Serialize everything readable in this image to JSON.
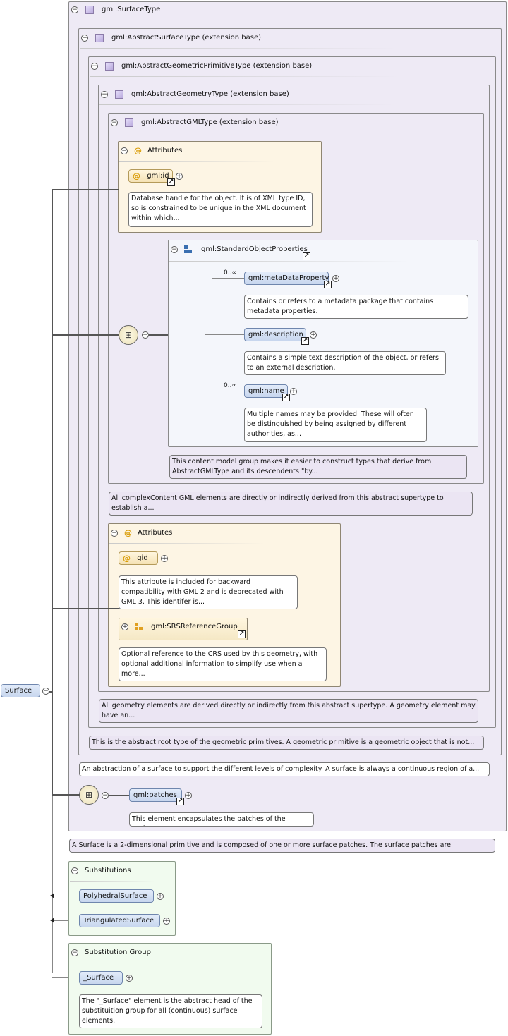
{
  "root_element": "Surface",
  "types": {
    "surface_type": "gml:SurfaceType",
    "abstract_surface_type": "gml:AbstractSurfaceType (extension base)",
    "abstract_geometric_primitive_type": "gml:AbstractGeometricPrimitiveType (extension base)",
    "abstract_geometry_type": "gml:AbstractGeometryType (extension base)",
    "abstract_gml_type": "gml:AbstractGMLType (extension base)"
  },
  "gml_attributes": {
    "title": "Attributes",
    "id_attr": "gml:id",
    "id_doc": "Database handle for the object. It is of XML type ID, so is constrained to be unique in the XML document within which..."
  },
  "standard_object_properties": {
    "title": "gml:StandardObjectProperties",
    "items": [
      {
        "name": "gml:metaDataProperty",
        "cardinality": "0..∞",
        "doc": "Contains or refers to a metadata package that contains metadata properties."
      },
      {
        "name": "gml:description",
        "cardinality": "",
        "doc": "Contains a simple text description of the object, or refers to an external description."
      },
      {
        "name": "gml:name",
        "cardinality": "0..∞",
        "doc": "Multiple names may be provided. These will often be distinguished by being assigned by different authorities, as..."
      }
    ],
    "group_doc": "This content model group makes it easier to construct types that derive from AbstractGMLType and its descendents \"by..."
  },
  "docs": {
    "abstract_gml": "All complexContent GML elements are directly or indirectly derived from this abstract supertype to establish a...",
    "abstract_geometry": "All geometry elements are derived directly or indirectly from this abstract supertype. A geometry element may have an...",
    "abstract_primitive": "This is the abstract root type of the geometric primitives. A geometric primitive is a geometric object that is not...",
    "abstract_surface": "An abstraction of a surface to support the different levels of complexity. A surface is always a continuous region of a...",
    "surface": "A Surface is a 2-dimensional primitive and is composed of one or more surface patches. The surface patches are..."
  },
  "geometry_attributes": {
    "title": "Attributes",
    "gid": "gid",
    "gid_doc": "This attribute is included for backward compatibility with GML 2 and is deprecated with GML 3. This identifer is...",
    "srs_group": "gml:SRSReferenceGroup",
    "srs_doc": "Optional reference to the CRS used by this geometry, with optional additional information to simplify use when a more..."
  },
  "patches": {
    "name": "gml:patches",
    "doc": "This element encapsulates the patches of the surface."
  },
  "substitutions": {
    "title": "Substitutions",
    "items": [
      "PolyhedralSurface",
      "TriangulatedSurface"
    ]
  },
  "substitution_group": {
    "title": "Substitution Group",
    "head": "_Surface",
    "doc": "The \"_Surface\" element is the abstract head of the substituition group for all (continuous) surface elements."
  },
  "colors": {
    "type_fill": "#eeeaf5",
    "attr_fill": "#fdf5e4",
    "element_fill": "#d4e0f3",
    "subst_fill": "#f1fbef"
  }
}
